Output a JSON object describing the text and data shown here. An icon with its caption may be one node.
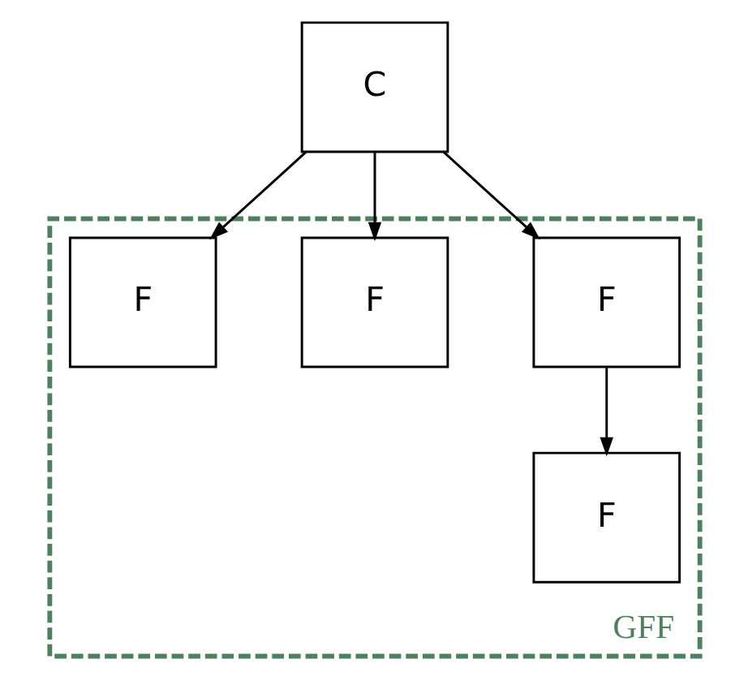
{
  "diagram": {
    "nodes": [
      {
        "text": [
          "C"
        ]
      },
      {
        "text": [
          "GFF"
        ]
      },
      {
        "text": [
          "F"
        ],
        "in": 1
      },
      {
        "text": [
          "F"
        ],
        "in": 1
      },
      {
        "text": [
          "F"
        ],
        "in": 1
      },
      {
        "text": [
          "F"
        ],
        "in": 1
      }
    ],
    "edges": [
      {
        "from": 0,
        "to": 2,
        "arrow": "to"
      },
      {
        "from": 0,
        "to": 3,
        "arrow": "to"
      },
      {
        "from": 0,
        "to": 4,
        "arrow": "to"
      },
      {
        "from": 2,
        "to": 5,
        "arrow": "to"
      }
    ]
  }
}
